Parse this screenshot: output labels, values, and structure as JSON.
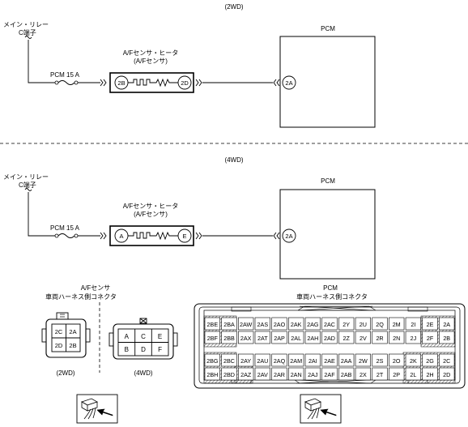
{
  "top": {
    "mode": "(2WD)",
    "relay_line1": "メイン・リレー",
    "relay_line2": "C端子",
    "fuse": "PCM 15 A",
    "sensor_line1": "A/Fセンサ・ヒータ",
    "sensor_line2": "(A/Fセンサ)",
    "pin_left": "2B",
    "pin_right": "2D",
    "pcm_pin": "2A",
    "pcm": "PCM"
  },
  "bottom": {
    "mode": "(4WD)",
    "relay_line1": "メイン・リレー",
    "relay_line2": "C端子",
    "fuse": "PCM 15 A",
    "sensor_line1": "A/Fセンサ・ヒータ",
    "sensor_line2": "(A/Fセンサ)",
    "pin_left": "A",
    "pin_right": "E",
    "pcm_pin": "2A",
    "pcm": "PCM"
  },
  "af_connector": {
    "title_line1": "A/Fセンサ",
    "title_line2": "車両ハーネス側コネクタ",
    "pins_2wd": [
      "2C",
      "2A",
      "2D",
      "2B"
    ],
    "label_2wd": "(2WD)",
    "pins_4wd": [
      "A",
      "C",
      "E",
      "B",
      "D",
      "F"
    ],
    "label_4wd": "(4WD)"
  },
  "pcm_connector": {
    "title_line1": "PCM",
    "title_line2": "車両ハーネス側コネクタ",
    "rows": [
      [
        "2BE",
        "2BA",
        "2AW",
        "2AS",
        "2AO",
        "2AK",
        "2AG",
        "2AC",
        "2Y",
        "2U",
        "2Q",
        "2M",
        "2I",
        "2E",
        "2A"
      ],
      [
        "2BF",
        "2BB",
        "2AX",
        "2AT",
        "2AP",
        "2AL",
        "2AH",
        "2AD",
        "2Z",
        "2V",
        "2R",
        "2N",
        "2J",
        "2F",
        "2B"
      ],
      [
        "2BG",
        "2BC",
        "2AY",
        "2AU",
        "2AQ",
        "2AM",
        "2AI",
        "2AE",
        "2AA",
        "2W",
        "2S",
        "2O",
        "2K",
        "2G",
        "2C"
      ],
      [
        "2BH",
        "2BD",
        "2AZ",
        "2AV",
        "2AR",
        "2AN",
        "2AJ",
        "2AF",
        "2AB",
        "2X",
        "2T",
        "2P",
        "2L",
        "2H",
        "2D"
      ]
    ]
  }
}
